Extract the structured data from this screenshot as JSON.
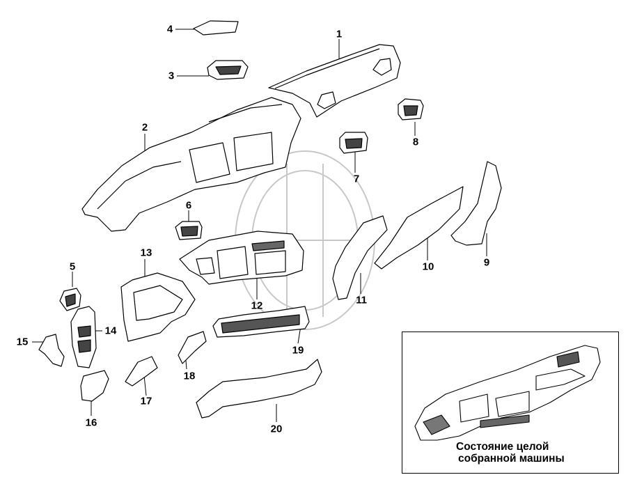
{
  "diagram": {
    "callouts": [
      {
        "id": "1",
        "label": "1"
      },
      {
        "id": "2",
        "label": "2"
      },
      {
        "id": "3",
        "label": "3"
      },
      {
        "id": "4",
        "label": "4"
      },
      {
        "id": "5",
        "label": "5"
      },
      {
        "id": "6",
        "label": "6"
      },
      {
        "id": "7",
        "label": "7"
      },
      {
        "id": "8",
        "label": "8"
      },
      {
        "id": "9",
        "label": "9"
      },
      {
        "id": "10",
        "label": "10"
      },
      {
        "id": "11",
        "label": "11"
      },
      {
        "id": "12",
        "label": "12"
      },
      {
        "id": "13",
        "label": "13"
      },
      {
        "id": "14",
        "label": "14"
      },
      {
        "id": "15",
        "label": "15"
      },
      {
        "id": "16",
        "label": "16"
      },
      {
        "id": "17",
        "label": "17"
      },
      {
        "id": "18",
        "label": "18"
      },
      {
        "id": "19",
        "label": "19"
      },
      {
        "id": "20",
        "label": "20"
      }
    ],
    "inset": {
      "caption_line1": "Состояние целой",
      "caption_line2": "собранной  машины"
    },
    "colors": {
      "line": "#000000",
      "watermark": "#c8c8c8",
      "background": "#ffffff"
    }
  }
}
